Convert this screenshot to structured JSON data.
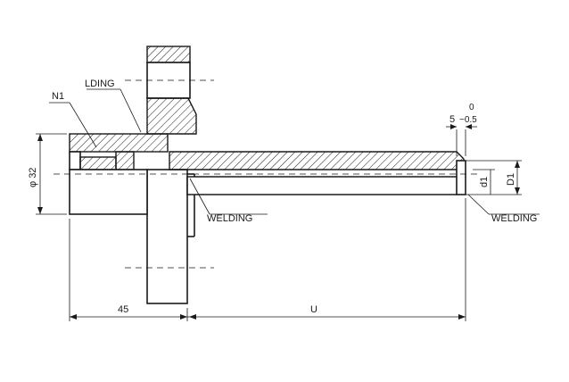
{
  "labels": {
    "n1": "N1",
    "lding": "LDING",
    "welding_top": "WELDING",
    "welding_right": "WELDING",
    "phi32": "φ 32",
    "dim_45": "45",
    "dim_u": "U",
    "d1": "d1",
    "D1": "D1",
    "tol_5": "5",
    "tol_0": "0",
    "tol_neg": "−0.5"
  }
}
